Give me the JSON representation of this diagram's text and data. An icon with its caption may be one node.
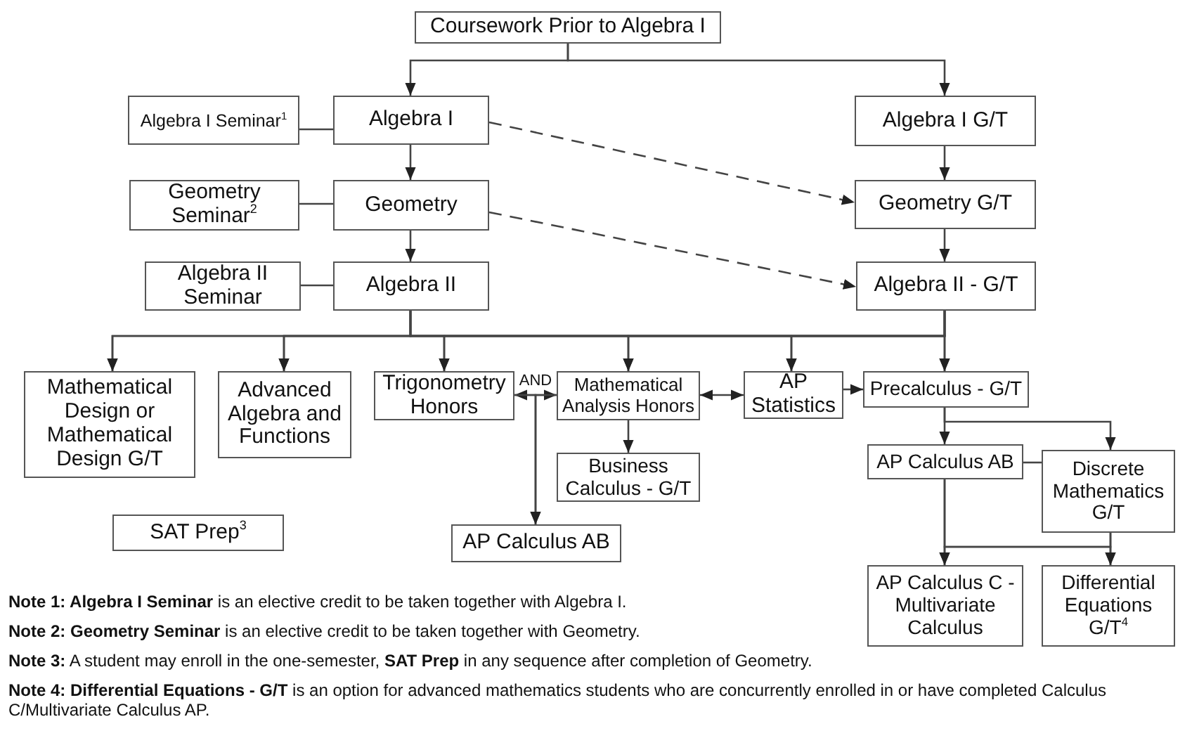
{
  "diagram": {
    "nodes": [
      {
        "text": [
          "Coursework Prior to Algebra I"
        ]
      },
      {
        "text": [
          "Algebra I Seminar$^{1}$"
        ]
      },
      {
        "text": [
          "Algebra I"
        ]
      },
      {
        "text": [
          "Algebra I G/T"
        ]
      },
      {
        "text": [
          "Geometry Seminar$^{2}$"
        ]
      },
      {
        "text": [
          "Geometry"
        ]
      },
      {
        "text": [
          "Geometry G/T"
        ]
      },
      {
        "text": [
          "Algebra II Seminar"
        ]
      },
      {
        "text": [
          "Algebra II"
        ]
      },
      {
        "text": [
          "Algebra II - G/T"
        ]
      },
      {
        "text": [
          "Mathematical Design or Mathematical Design G/T"
        ]
      },
      {
        "text": [
          "Advanced Algebra and Functions"
        ]
      },
      {
        "text": [
          "Trigonometry Honors"
        ]
      },
      {
        "text": [
          "Mathematical Analysis Honors"
        ]
      },
      {
        "text": [
          "AP Statistics"
        ]
      },
      {
        "text": [
          "Precalculus - G/T"
        ]
      },
      {
        "text": [
          "Business Calculus - G/T"
        ]
      },
      {
        "text": [
          "AP Calculus AB"
        ]
      },
      {
        "text": [
          "Discrete Mathematics G/T"
        ]
      },
      {
        "text": [
          "SAT Prep$^{3}$"
        ]
      },
      {
        "text": [
          "AP Calculus AB"
        ]
      },
      {
        "text": [
          "AP Calculus C - Multivariate Calculus"
        ]
      },
      {
        "text": [
          "Differential Equations G/T$^{4}$"
        ]
      }
    ],
    "edges": [
      {
        "from": 0,
        "to": 2,
        "arrow": "to"
      },
      {
        "from": 0,
        "to": 3,
        "arrow": "to"
      },
      {
        "from": 1,
        "to": 2,
        "arrow": "none"
      },
      {
        "from": 2,
        "to": 5,
        "arrow": "to"
      },
      {
        "from": 2,
        "to": 6,
        "arrow": "to",
        "style": "dashed"
      },
      {
        "from": 3,
        "to": 6,
        "arrow": "to"
      },
      {
        "from": 4,
        "to": 5,
        "arrow": "none"
      },
      {
        "from": 5,
        "to": 8,
        "arrow": "to"
      },
      {
        "from": 5,
        "to": 9,
        "arrow": "to",
        "style": "dashed"
      },
      {
        "from": 6,
        "to": 9,
        "arrow": "to"
      },
      {
        "from": 7,
        "to": 8,
        "arrow": "none"
      },
      {
        "from": 8,
        "to": 10,
        "arrow": "to"
      },
      {
        "from": 8,
        "to": 11,
        "arrow": "to"
      },
      {
        "from": 8,
        "to": 12,
        "arrow": "to"
      },
      {
        "from": 8,
        "to": 13,
        "arrow": "to"
      },
      {
        "from": 8,
        "to": 14,
        "arrow": "to"
      },
      {
        "from": 8,
        "to": 15,
        "arrow": "to"
      },
      {
        "from": 9,
        "to": 10,
        "arrow": "to"
      },
      {
        "from": 9,
        "to": 11,
        "arrow": "to"
      },
      {
        "from": 9,
        "to": 12,
        "arrow": "to"
      },
      {
        "from": 9,
        "to": 13,
        "arrow": "to"
      },
      {
        "from": 9,
        "to": 14,
        "arrow": "to"
      },
      {
        "from": 9,
        "to": 15,
        "arrow": "to"
      },
      {
        "from": 12,
        "to": 13,
        "arrow": "both",
        "label": "AND"
      },
      {
        "from": 12,
        "to": 20,
        "arrow": "to"
      },
      {
        "from": 13,
        "to": 20,
        "arrow": "to"
      },
      {
        "from": 13,
        "to": 14,
        "arrow": "both"
      },
      {
        "from": 14,
        "to": 15,
        "arrow": "to"
      },
      {
        "from": 13,
        "to": 16,
        "arrow": "to"
      },
      {
        "from": 15,
        "to": 17,
        "arrow": "to"
      },
      {
        "from": 15,
        "to": 18,
        "arrow": "to"
      },
      {
        "from": 17,
        "to": 18,
        "arrow": "none"
      },
      {
        "from": 17,
        "to": 21,
        "arrow": "to"
      },
      {
        "from": 17,
        "to": 22,
        "arrow": "to"
      },
      {
        "from": 18,
        "to": 21,
        "arrow": "to"
      },
      {
        "from": 18,
        "to": 22,
        "arrow": "to"
      }
    ],
    "labels": [
      "**Note 1: Algebra I Seminar** is an elective credit to be taken together with Algebra I.",
      "**Note 2: Geometry Seminar** is an elective credit to be taken together with Geometry.",
      "**Note 3:** A student may enroll in the one-semester, **SAT Prep** in any sequence after completion of Geometry.",
      "**Note 4: Differential Equations - G/T** is an option for advanced mathematics students who are concurrently enrolled in or have completed Calculus C/Multivariate Calculus AP."
    ]
  }
}
